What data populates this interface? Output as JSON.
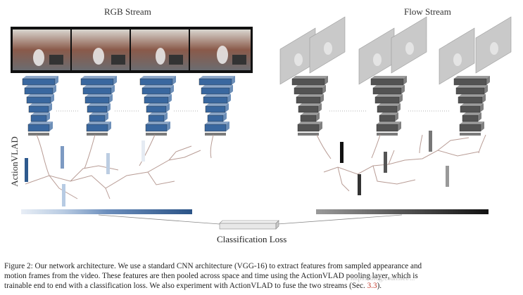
{
  "figure": {
    "rgb_stream_title": "RGB Stream",
    "flow_stream_title": "Flow Stream",
    "actionvlad_label": "ActionVLAD",
    "classification_loss_label": "Classification Loss"
  },
  "caption": {
    "line1": "Figure 2: Our network architecture.  We use a standard CNN architecture (VGG-16) to extract features from sampled appearance and",
    "line2": "motion frames from the video.  These features are then pooled across space and time using the ActionVLAD pooling layer, which is",
    "line3_before": "trainable end to end with a classification loss. We also experiment with ActionVLAD to fuse the two streams (Sec. ",
    "line3_ref": "3.3",
    "line3_after": ")."
  },
  "colors": {
    "rgb_cnn": "#2f5f9a",
    "flow_cnn": "#4a4a4a",
    "reference": "#c0392b"
  },
  "watermark": "https://blog.csdn.net/..."
}
